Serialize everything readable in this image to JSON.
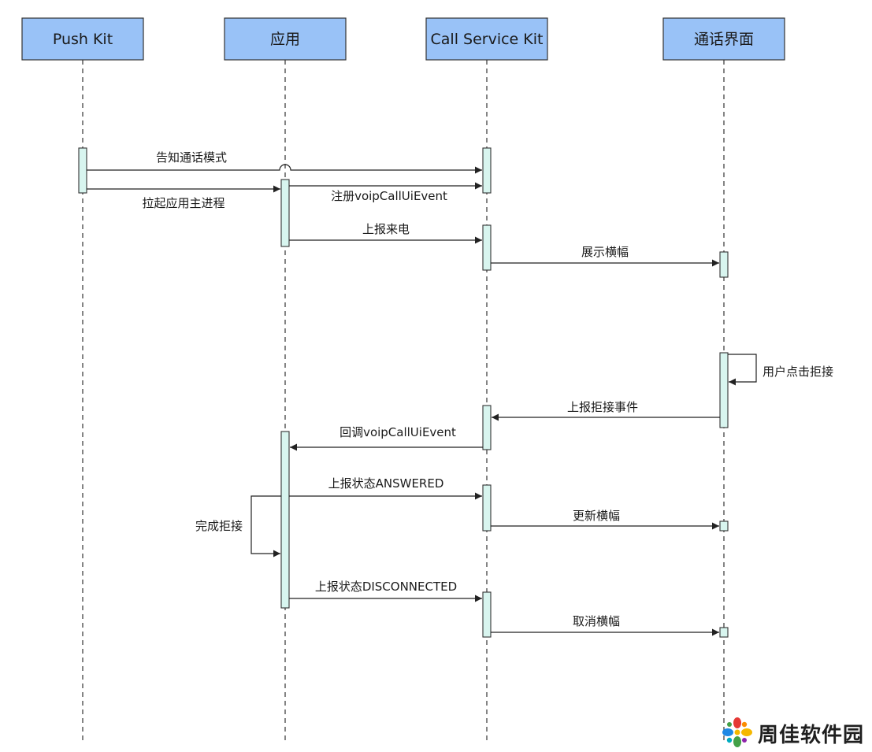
{
  "participants": [
    {
      "id": "pushkit",
      "label": "Push Kit"
    },
    {
      "id": "app",
      "label": "应用"
    },
    {
      "id": "callkit",
      "label": "Call Service Kit"
    },
    {
      "id": "ui",
      "label": "通话界面"
    }
  ],
  "messages": {
    "m1": "告知通话模式",
    "m2": "拉起应用主进程",
    "m3": "注册voipCallUiEvent",
    "m4": "上报来电",
    "m5": "展示横幅",
    "m6": "用户点击拒接",
    "m7": "上报拒接事件",
    "m8": "回调voipCallUiEvent",
    "m9": "上报状态ANSWERED",
    "m10": "完成拒接",
    "m11": "更新横幅",
    "m12": "上报状态DISCONNECTED",
    "m13": "取消横幅"
  },
  "colors": {
    "participant_fill": "#99c2f7",
    "activation_fill": "#d8f5ef",
    "line": "#222222"
  },
  "watermark": {
    "text": "周佳软件园",
    "icon": "pinwheel-logo-icon"
  }
}
